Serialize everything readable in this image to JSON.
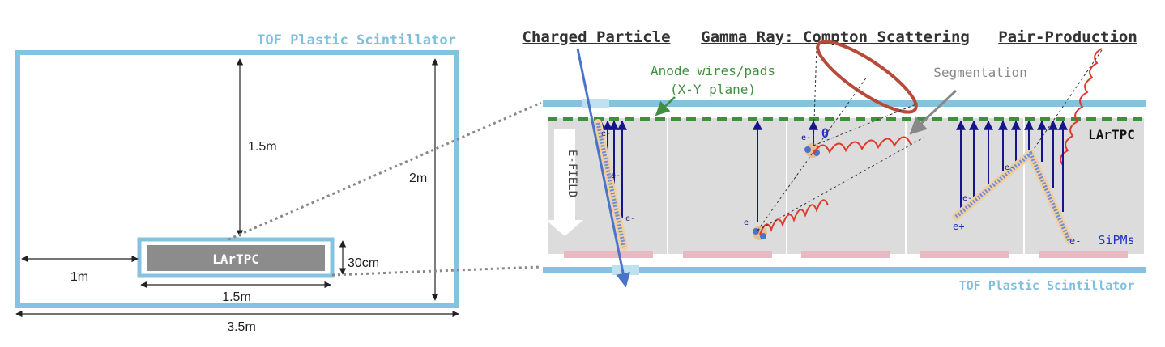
{
  "left_panel": {
    "tof_label": "TOF Plastic Scintillator",
    "larTPC_label": "LArTPC",
    "dim_1_5m_vertical": "1.5m",
    "dim_2m": "2m",
    "dim_1m": "1m",
    "dim_30cm": "30cm",
    "dim_1_5m_horizontal": "1.5m",
    "dim_3_5m": "3.5m"
  },
  "right_panel": {
    "heading_charged": "Charged Particle",
    "heading_compton": "Gamma Ray: Compton Scattering",
    "heading_pair": "Pair-Production",
    "anode_label_line1": "Anode wires/pads",
    "anode_label_line2": "(X-Y plane)",
    "segmentation_label": "Segmentation",
    "larTPC_label": "LArTPC",
    "efield_label": "E-FIELD",
    "sipm_label": "SiPMs",
    "tof_label": "TOF Plastic Scintillator",
    "electron": "e",
    "electron_minus": "e-",
    "positron": "e+",
    "theta": "θ"
  },
  "colors": {
    "tof_blue": "#85c2df",
    "tof_text": "#7fbfdd",
    "tpc_gray": "#8c8c8c",
    "chamber_fill": "#dcdcdc",
    "anode_green": "#3f8f3f",
    "drift_navy": "#15148a",
    "gamma_red": "#e0382a",
    "track_blue": "#5a7fd0",
    "sipm_pink": "#e8b9c0",
    "compton_ring": "#b84a3a"
  }
}
